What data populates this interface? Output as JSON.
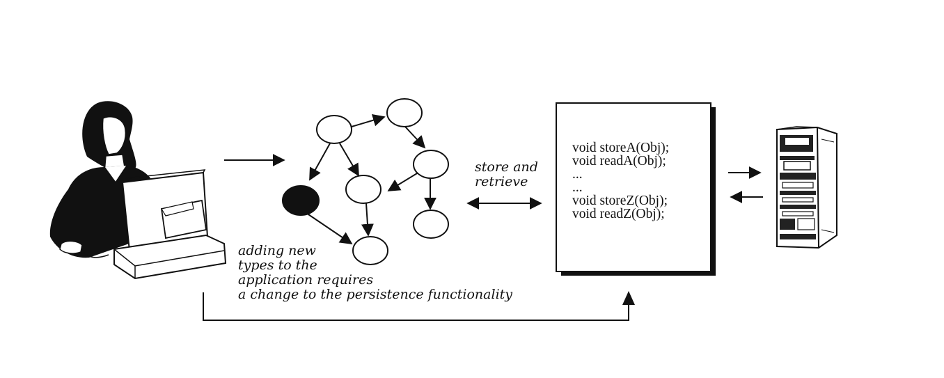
{
  "diagram": {
    "caption": {
      "lines": [
        "adding new",
        "types to the",
        "application requires",
        "a change to the persistence functionality"
      ]
    },
    "store_retrieve": {
      "lines": [
        "store and",
        "retrieve"
      ]
    },
    "code_box": {
      "lines": [
        "void storeA(Obj);",
        "void readA(Obj);",
        "...",
        "...",
        "void storeZ(Obj);",
        "void readZ(Obj);"
      ]
    },
    "icons": {
      "user": "person-at-computer-icon",
      "database": "server-cabinet-icon"
    }
  }
}
